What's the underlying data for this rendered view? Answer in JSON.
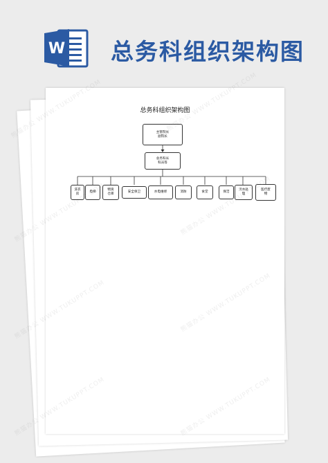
{
  "header": {
    "title": "总务科组织架构图",
    "app_icon": "word-icon",
    "brand_color": "#2b5aa3"
  },
  "document": {
    "title": "总务科组织架构图",
    "org_chart": {
      "top": {
        "lines": [
          "主管院长",
          "副院长"
        ]
      },
      "second": {
        "lines": [
          "总务科长",
          "科员等"
        ]
      },
      "departments": [
        {
          "lines": [
            "洗衣",
            "房"
          ]
        },
        {
          "lines": [
            "电梯"
          ]
        },
        {
          "lines": [
            "物资",
            "仓库"
          ]
        },
        {
          "lines": [
            "安全保卫"
          ]
        },
        {
          "lines": [
            "水电维修"
          ]
        },
        {
          "lines": [
            "消防"
          ]
        },
        {
          "lines": [
            "食堂"
          ]
        },
        {
          "lines": [
            "保洁"
          ]
        },
        {
          "lines": [
            "污水处",
            "理"
          ]
        },
        {
          "lines": [
            "医疗废",
            "物"
          ]
        }
      ]
    }
  },
  "watermark_text": "熊猫办公 WWW.TUKUPPT.COM"
}
